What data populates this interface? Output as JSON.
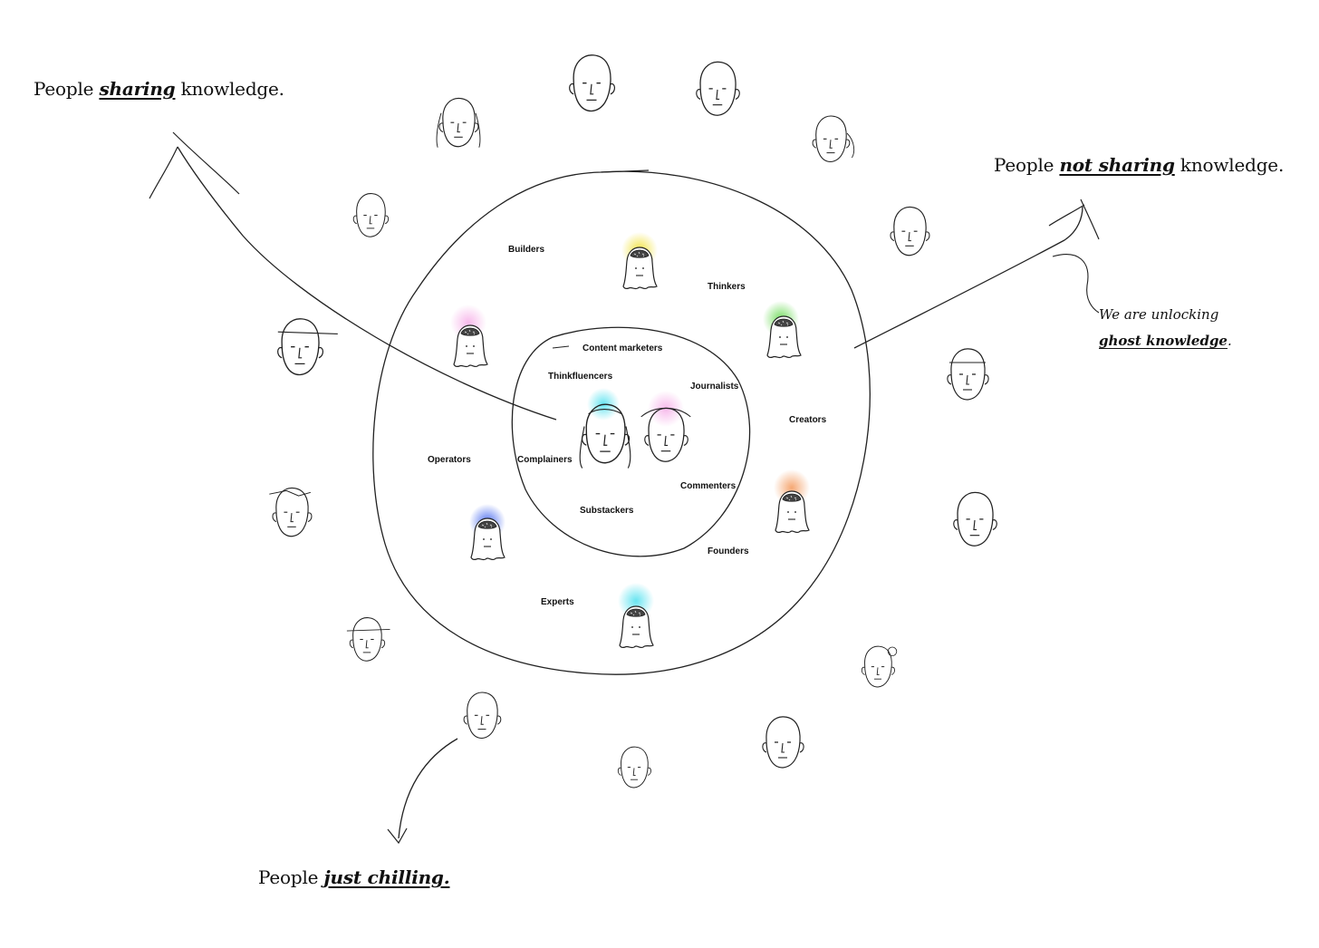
{
  "headings": {
    "sharing": {
      "prefix": "People ",
      "emphasis": "sharing",
      "suffix": " knowledge."
    },
    "not_sharing": {
      "prefix": "People ",
      "emphasis": "not sharing",
      "suffix": " knowledge."
    },
    "chilling": {
      "prefix": "People ",
      "emphasis": "just chilling.",
      "suffix": ""
    }
  },
  "note": {
    "line1": "We are unlocking",
    "emphasis": "ghost knowledge",
    "suffix": "."
  },
  "outer_groups": [
    "Builders",
    "Thinkers",
    "Creators",
    "Founders",
    "Experts",
    "Operators"
  ],
  "inner_groups": [
    "Content marketers",
    "Thinkfluencers",
    "Journalists",
    "Complainers",
    "Commenters",
    "Substackers"
  ],
  "ghost_glow_colors": {
    "yellow": "#f2e23a",
    "pink": "#f7b6ea",
    "green": "#6fdc5a",
    "orange": "#f5a36c",
    "blue": "#4a6cf0",
    "cyan": "#5fe3f0"
  },
  "icons": [
    "sketched-face-icon",
    "ghost-icon",
    "arrow-icon"
  ]
}
